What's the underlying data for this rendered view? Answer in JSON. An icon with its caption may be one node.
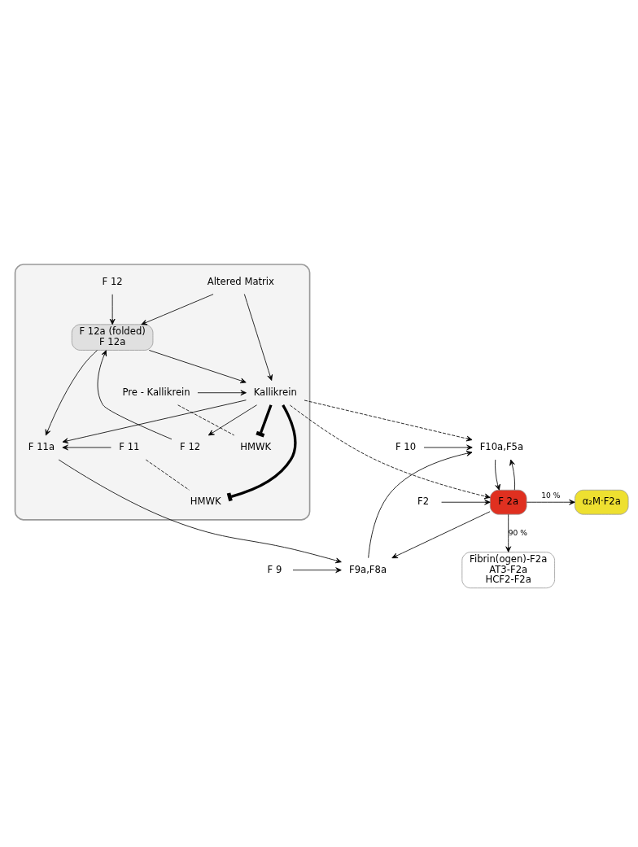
{
  "diagram": {
    "nodes": [
      {
        "text": [],
        "shape": "box"
      },
      {
        "text": [
          "Altered Matrix"
        ],
        "in": 0
      },
      {
        "text": [
          "F 12"
        ],
        "in": 0
      },
      {
        "text": [
          "F 12"
        ],
        "in": 0
      },
      {
        "text": [
          "F 12a (folded)",
          "F 12a"
        ],
        "in": 0
      },
      {
        "text": [
          "Pre - Kallikrein"
        ],
        "in": 0
      },
      {
        "text": [
          "Kallikrein"
        ],
        "in": 0
      },
      {
        "text": [
          "HMWK"
        ],
        "in": 0
      },
      {
        "text": [
          "F 11"
        ],
        "in": 0
      },
      {
        "text": [
          "F 11a"
        ],
        "in": 0
      },
      {
        "text": [
          "HMWK"
        ],
        "in": 0
      },
      {
        "text": [
          "F 9"
        ]
      },
      {
        "text": [
          "F9a,F8a"
        ]
      },
      {
        "text": [
          "F 10"
        ]
      },
      {
        "text": [
          "F10a,F5a"
        ]
      },
      {
        "text": [
          "F2"
        ]
      },
      {
        "text": [
          "F 2a"
        ]
      },
      {
        "text": [
          "α₂M·F2a"
        ]
      },
      {
        "text": [
          "Fibrin(ogen)-F2a",
          "AT3-F2a",
          "HCF2-F2a"
        ]
      }
    ],
    "edges": [
      {
        "from": 1,
        "to": 4,
        "arrow": "to"
      },
      {
        "from": 2,
        "to": 4,
        "arrow": "to"
      },
      {
        "from": 3,
        "to": 4,
        "arrow": "to"
      },
      {
        "from": 1,
        "to": 6,
        "arrow": "to"
      },
      {
        "from": 4,
        "to": 6,
        "arrow": "to"
      },
      {
        "from": 6,
        "to": 3,
        "arrow": "to"
      },
      {
        "from": 5,
        "to": 6,
        "arrow": "to"
      },
      {
        "from": 5,
        "to": 7,
        "arrow": "none",
        "style": "dashed"
      },
      {
        "from": 6,
        "to": 7,
        "arrow": "other",
        "style": "thick"
      },
      {
        "from": 4,
        "to": 9,
        "arrow": "to"
      },
      {
        "from": 6,
        "to": 9,
        "arrow": "to"
      },
      {
        "from": 6,
        "to": 10,
        "arrow": "other",
        "style": "thick"
      },
      {
        "from": 8,
        "to": 9,
        "arrow": "to"
      },
      {
        "from": 8,
        "to": 10,
        "arrow": "none",
        "style": "dashed"
      },
      {
        "from": 9,
        "to": 12,
        "arrow": "to"
      },
      {
        "from": 11,
        "to": 12,
        "arrow": "to"
      },
      {
        "from": 6,
        "to": 14,
        "arrow": "to",
        "style": "dashed"
      },
      {
        "from": 6,
        "to": 16,
        "arrow": "to",
        "style": "dashed"
      },
      {
        "from": 12,
        "to": 14,
        "arrow": "to"
      },
      {
        "from": 13,
        "to": 14,
        "arrow": "to"
      },
      {
        "from": 14,
        "to": 16,
        "arrow": "to"
      },
      {
        "from": 15,
        "to": 16,
        "arrow": "to"
      },
      {
        "from": 16,
        "to": 12,
        "arrow": "to"
      },
      {
        "from": 16,
        "to": 14,
        "arrow": "to"
      },
      {
        "from": 16,
        "to": 17,
        "arrow": "to",
        "label": "10 %"
      },
      {
        "from": 16,
        "to": 18,
        "arrow": "to",
        "label": "90 %"
      }
    ]
  }
}
